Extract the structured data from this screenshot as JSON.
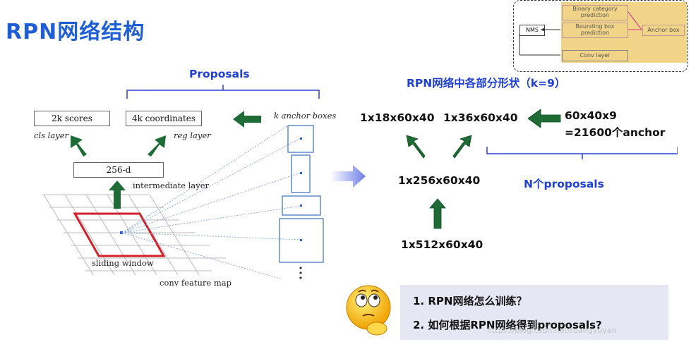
{
  "slide": {
    "title": "RPN网络结构"
  },
  "left_figure": {
    "header": "Proposals",
    "scores_box": "2k scores",
    "coords_box": "4k coordinates",
    "cls_label": "cls layer",
    "reg_label": "reg layer",
    "dim_box": "256-d",
    "intermediate_label": "intermediate layer",
    "anchor_header": "k anchor boxes",
    "sliding_label": "sliding window",
    "feature_map_label": "conv feature map"
  },
  "right_figure": {
    "header": "RPN网络中各部分形状（k=9）",
    "out_cls": "1x18x60x40",
    "out_reg": "1x36x60x40",
    "anchor_count_line1": "60x40x9",
    "anchor_count_line2": "=21600个anchor",
    "mid_shape": "1x256x60x40",
    "proposals_label": "N个proposals",
    "input_shape": "1x512x60x40"
  },
  "mini_diagram": {
    "nms": "NMS",
    "binary": "Binary category prediction",
    "bbox": "Bounding box prediction",
    "anchor": "Anchor box",
    "conv": "Conv layer"
  },
  "questions": [
    "1.  RPN网络怎么训练？",
    "2.  如何根据RPN网络得到proposals?"
  ],
  "colors": {
    "title": "#1f5fd6",
    "arrow_green": "#1e6b35",
    "highlight": "#f2d488",
    "sliding_window": "#d0202a"
  }
}
